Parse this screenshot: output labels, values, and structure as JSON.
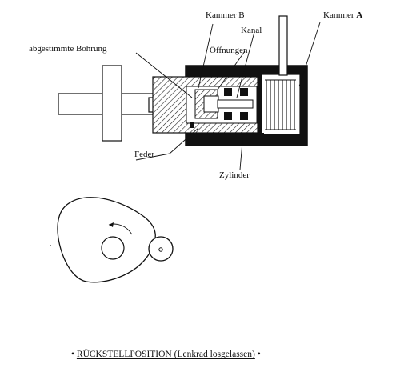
{
  "labels": {
    "kammer_b": "Kammer B",
    "kammer_a_prefix": "Kammer ",
    "kammer_a_letter": "A",
    "kanal": "Kanal",
    "oeffnungen": "Öffnungen",
    "bohrung": "abgestimmte Bohrung",
    "feder": "Feder",
    "zylinder": "Zylinder"
  },
  "caption": {
    "bullet_left": "•",
    "text": "RÜCKSTELLPOSITION (Lenkrad losgelassen)",
    "bullet_right": "•"
  }
}
